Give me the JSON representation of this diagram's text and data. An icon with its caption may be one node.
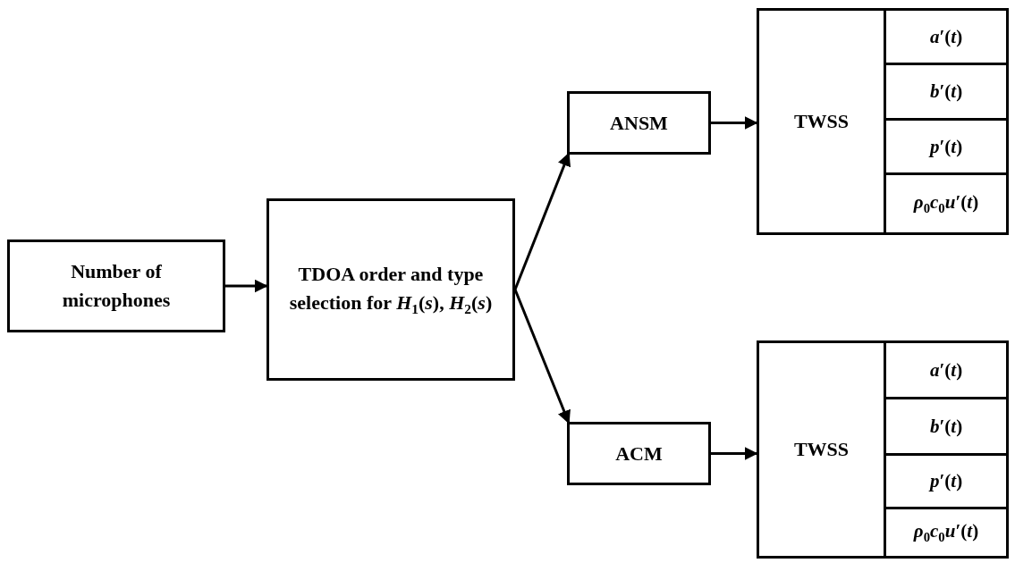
{
  "diagram": {
    "nodes": [
      {
        "text": [
          "Number of microphones"
        ]
      },
      {
        "text": [
          "TDOA order and type selection for *H*$_{1}$(*s*), *H*$_{2}$(*s*)"
        ]
      },
      {
        "text": [
          "ANSM"
        ]
      },
      {
        "text": [
          "TWSS"
        ]
      },
      {
        "text": [
          "*a*′(*t*)"
        ]
      },
      {
        "text": [
          "*b*′(*t*)"
        ]
      },
      {
        "text": [
          "*p*′(*t*)"
        ]
      },
      {
        "text": [
          "*ρ*$_{0}$*c*$_{0}$*u*′(*t*)"
        ]
      },
      {
        "text": [
          "ACM"
        ]
      },
      {
        "text": [
          "TWSS"
        ]
      },
      {
        "text": [
          "*a*′(*t*)"
        ]
      },
      {
        "text": [
          "*b*′(*t*)"
        ]
      },
      {
        "text": [
          "*p*′(*t*)"
        ]
      },
      {
        "text": [
          "*ρ*$_{0}$*c*$_{0}$*u*′(*t*)"
        ]
      }
    ],
    "edges": [
      {
        "from": 0,
        "to": 1,
        "arrow": "to"
      },
      {
        "from": 1,
        "to": 2,
        "arrow": "to"
      },
      {
        "from": 1,
        "to": 8,
        "arrow": "to"
      },
      {
        "from": 2,
        "to": 3,
        "arrow": "to"
      },
      {
        "from": 8,
        "to": 9,
        "arrow": "to"
      }
    ]
  }
}
